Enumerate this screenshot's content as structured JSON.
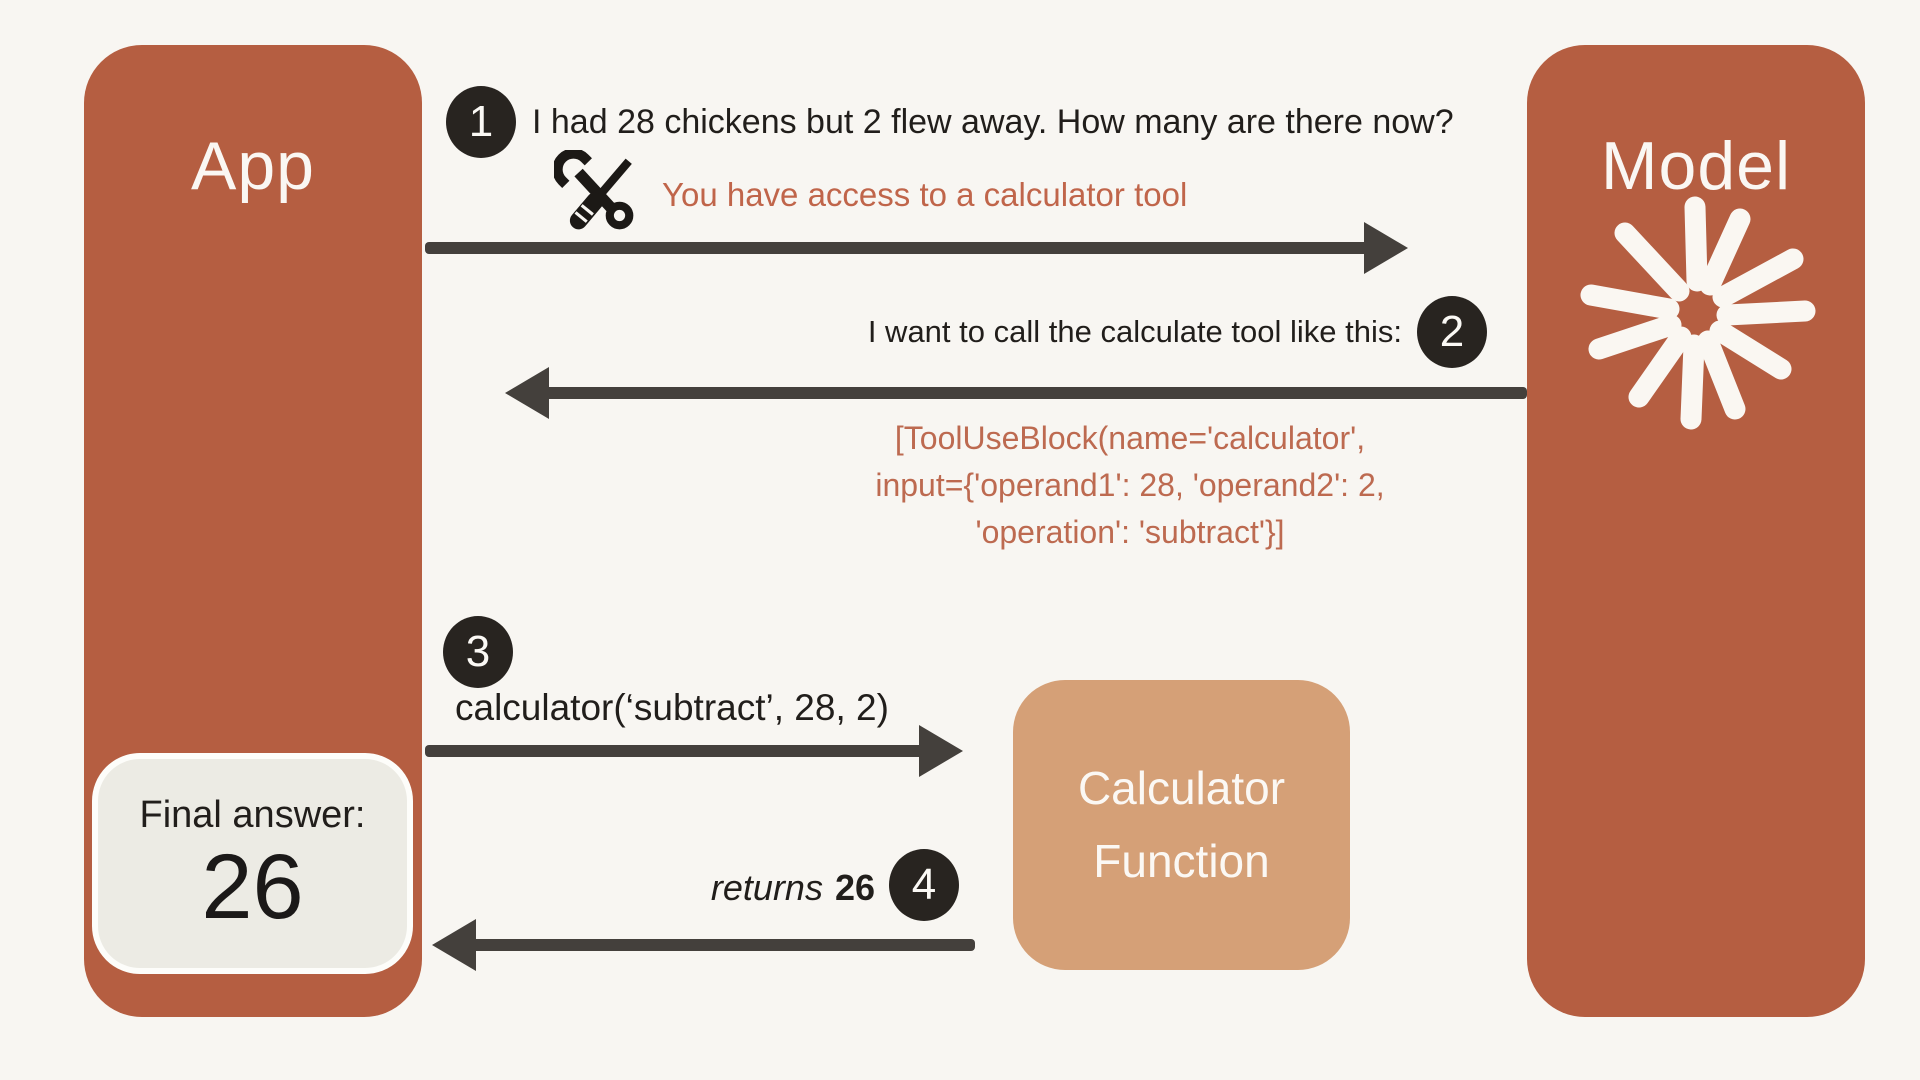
{
  "palette": {
    "background": "#f8f6f2",
    "terracotta": "#b55e41",
    "tan": "#d5a077",
    "cream_box": "#ecebe4",
    "dark_circle": "#282420",
    "arrow": "#44403c",
    "rust_text": "#c0654a",
    "code_text": "#bd6a50",
    "text_black": "#211e1b",
    "text_white": "#faf7f3"
  },
  "icons": {
    "model_mark": "starburst-icon",
    "step1_tools": "tools-icon (crossed wrench and screwdriver)"
  },
  "app": {
    "label": "App"
  },
  "model": {
    "label": "Model"
  },
  "final_answer": {
    "label": "Final answer:",
    "value": "26"
  },
  "calculator_function": {
    "line1": "Calculator",
    "line2": "Function"
  },
  "steps": [
    {
      "number": "1",
      "message": "I had 28 chickens but 2 flew away. How many are there now?",
      "note": "You have access to a calculator tool"
    },
    {
      "number": "2",
      "message": "I want to call the calculate tool like this:",
      "code_lines": [
        "[ToolUseBlock(name='calculator',",
        "input={'operand1': 28, 'operand2': 2,",
        "'operation': 'subtract'}]"
      ]
    },
    {
      "number": "3",
      "message": "calculator(‘subtract’, 28, 2)"
    },
    {
      "number": "4",
      "message_italic": "returns",
      "message_value": "26"
    }
  ]
}
